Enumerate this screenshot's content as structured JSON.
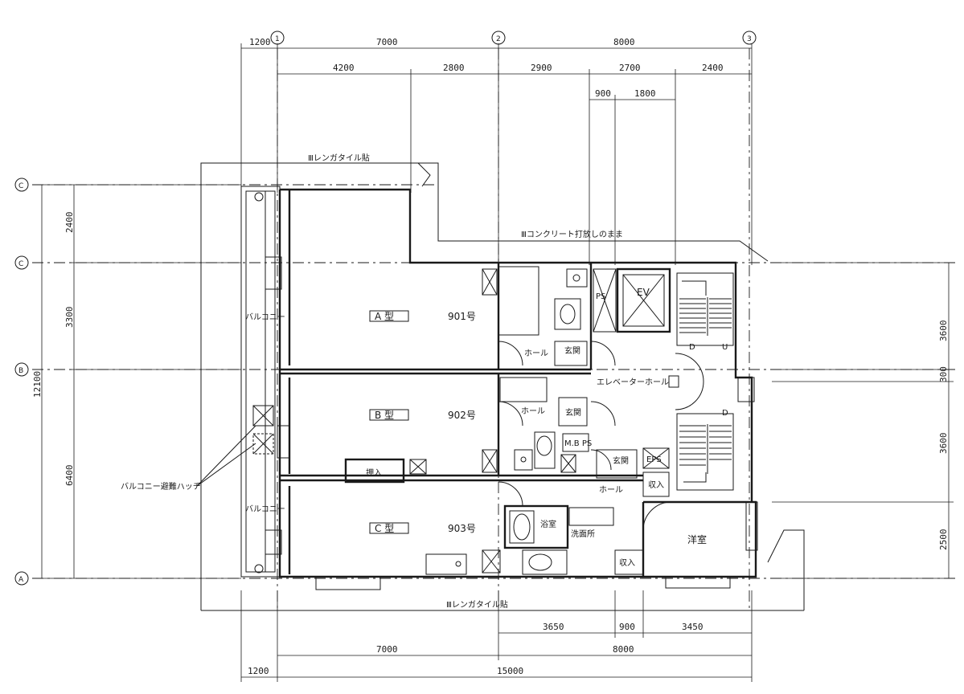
{
  "grid": {
    "col1": "1",
    "col2": "2",
    "col3": "3",
    "rowA": "A",
    "rowB": "B",
    "rowC1": "C",
    "rowC2": "C"
  },
  "dims_top": {
    "a": "1200",
    "b": "7000",
    "c": "8000",
    "d": "4200",
    "e": "2800",
    "f": "2900",
    "g": "2700",
    "h": "2400",
    "i": "900",
    "j": "1800"
  },
  "dims_bottom": {
    "a": "3650",
    "b": "900",
    "c": "3450",
    "d": "7000",
    "e": "8000",
    "f": "1200",
    "g": "15000"
  },
  "dims_left": {
    "a": "2400",
    "b": "3300",
    "c": "12100",
    "d": "6400"
  },
  "dims_right": {
    "a": "3600",
    "b": "300",
    "c": "3600",
    "d": "2500"
  },
  "labels": {
    "tile_top": "Ⅲレンガタイル貼",
    "concrete": "Ⅲコンクリート打放しのまま",
    "tile_bottom": "Ⅲレンガタイル貼",
    "balcony1": "バルコニー",
    "balcony3": "バルコニー",
    "hatch": "バルコニー避難ハッチ",
    "elev_hall": "エレベーターホール",
    "ev": "EV",
    "ps": "PS",
    "mb_ps": "M.B PS",
    "eps": "EPS",
    "hall1": "ホール",
    "hall2": "ホール",
    "hall3": "ホール",
    "genkan1": "玄関",
    "genkan2": "玄関",
    "genkan3": "玄関",
    "oshiire": "押入",
    "shunou1": "収入",
    "shunou2": "収入",
    "yokushitsu": "浴室",
    "senmen": "洗面所",
    "youshitsu": "洋室",
    "stair_d1": "D",
    "stair_u1": "U",
    "stair_d2": "D"
  },
  "units": {
    "a_type": "A 型",
    "a_no": "901号",
    "b_type": "B 型",
    "b_no": "902号",
    "c_type": "C 型",
    "c_no": "903号"
  }
}
